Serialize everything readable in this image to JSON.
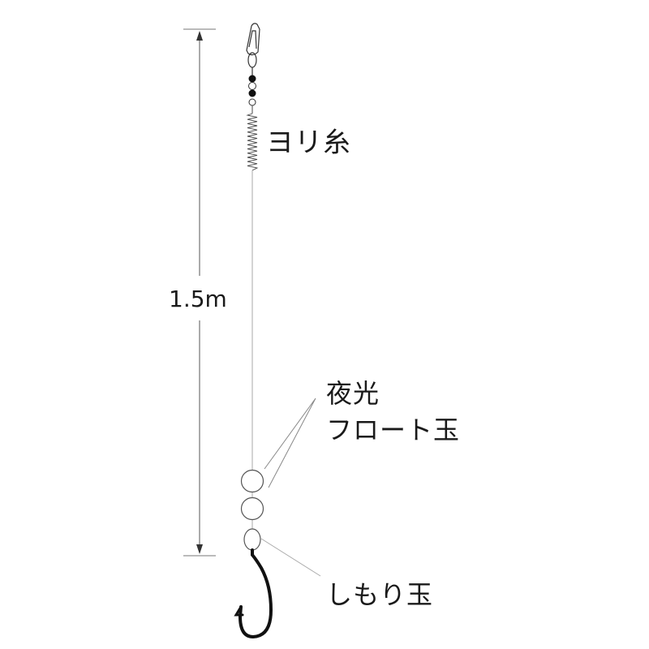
{
  "labels": {
    "twisted_line": "ヨリ糸",
    "length": "1.5m",
    "glow_float_line1": "夜光",
    "glow_float_line2": "フロート玉",
    "stopper_bead": "しもり玉"
  },
  "colors": {
    "line": "#222222",
    "light_line": "#999999",
    "bead_stroke": "#555555",
    "bead_fill": "#ffffff",
    "black_bead": "#111111"
  },
  "icons": {
    "snap_swivel": "snap-swivel-icon",
    "hook": "fishing-hook-icon"
  }
}
